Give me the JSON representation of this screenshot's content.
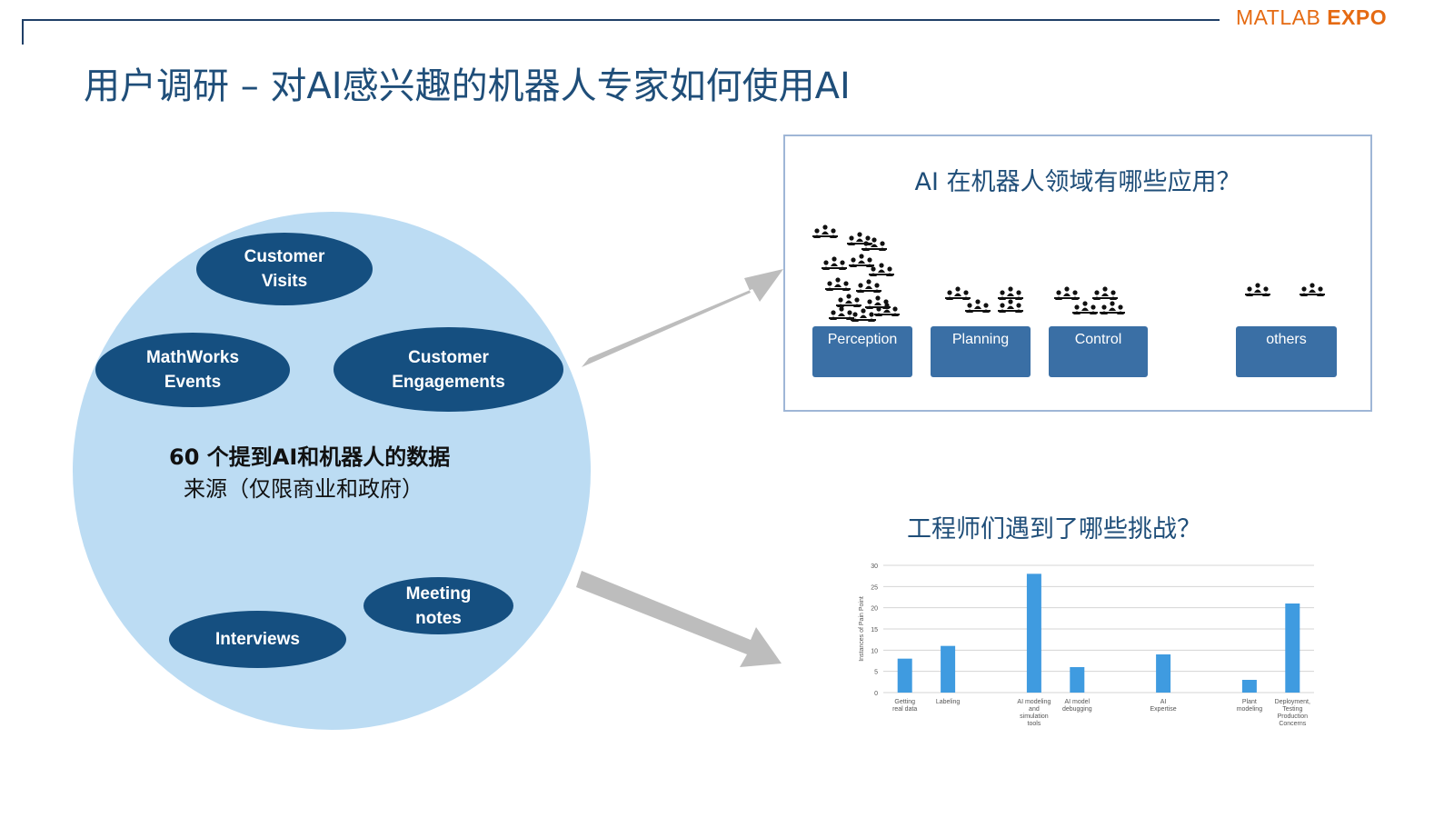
{
  "logo": {
    "part1": "MATLAB",
    "part2": "EXPO"
  },
  "title": "用户调研 – 对AI感兴趣的机器人专家如何使用AI",
  "sources": {
    "ovals": [
      "Customer\nVisits",
      "MathWorks\nEvents",
      "Customer\nEngagements",
      "Meeting\nnotes",
      "Interviews"
    ],
    "summary_line1": "60 个提到AI和机器人的数据",
    "summary_line2": "来源（仅限商业和政府）"
  },
  "applications": {
    "question": "AI 在机器人领域有哪些应用？",
    "categories": [
      {
        "label": "Perception",
        "people_icons": 13
      },
      {
        "label": "Planning",
        "people_icons": 4
      },
      {
        "label": "Control",
        "people_icons": 4
      },
      {
        "label": "others",
        "people_icons": 2
      }
    ]
  },
  "challenges": {
    "question": "工程师们遇到了哪些挑战？"
  },
  "chart_data": {
    "type": "bar",
    "ylabel": "Instances of Pain Point",
    "ylim": [
      0,
      30
    ],
    "yticks": [
      0,
      5,
      10,
      15,
      20,
      25,
      30
    ],
    "categories": [
      "Getting real data",
      "Labeling",
      "",
      "AI modeling and simulation tools",
      "AI model debugging",
      "",
      "AI Expertise",
      "",
      "Plant modeling",
      "Deployment, Testing Production Concerns"
    ],
    "values": [
      8,
      11,
      null,
      28,
      6,
      null,
      9,
      null,
      3,
      21
    ],
    "color": "#3f9be0",
    "grid": true
  }
}
